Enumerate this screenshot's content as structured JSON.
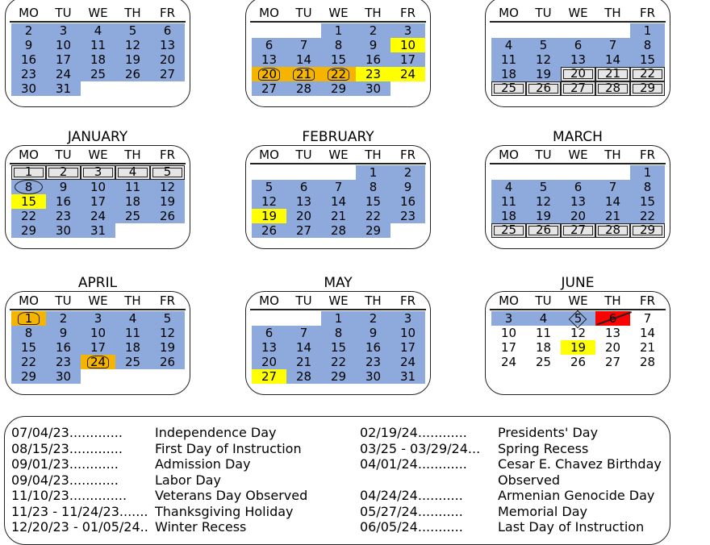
{
  "weekdays": [
    "MO",
    "TU",
    "WE",
    "TH",
    "FR"
  ],
  "calendars": [
    {
      "key": "top-left",
      "title": "",
      "weeks": [
        [
          {
            "d": "2",
            "c": "blue"
          },
          {
            "d": "3",
            "c": "blue"
          },
          {
            "d": "4",
            "c": "blue"
          },
          {
            "d": "5",
            "c": "blue"
          },
          {
            "d": "6",
            "c": "blue"
          }
        ],
        [
          {
            "d": "9",
            "c": "blue"
          },
          {
            "d": "10",
            "c": "blue"
          },
          {
            "d": "11",
            "c": "blue"
          },
          {
            "d": "12",
            "c": "blue"
          },
          {
            "d": "13",
            "c": "blue"
          }
        ],
        [
          {
            "d": "16",
            "c": "blue"
          },
          {
            "d": "17",
            "c": "blue"
          },
          {
            "d": "18",
            "c": "blue"
          },
          {
            "d": "19",
            "c": "blue"
          },
          {
            "d": "20",
            "c": "blue"
          }
        ],
        [
          {
            "d": "23",
            "c": "blue"
          },
          {
            "d": "24",
            "c": "blue"
          },
          {
            "d": "25",
            "c": "blue"
          },
          {
            "d": "26",
            "c": "blue"
          },
          {
            "d": "27",
            "c": "blue"
          }
        ],
        [
          {
            "d": "30",
            "c": "blue"
          },
          {
            "d": "31",
            "c": "blue"
          },
          null,
          null,
          null
        ]
      ]
    },
    {
      "key": "top-middle",
      "title": "",
      "weeks": [
        [
          null,
          null,
          {
            "d": "1",
            "c": "blue"
          },
          {
            "d": "2",
            "c": "blue"
          },
          {
            "d": "3",
            "c": "blue"
          }
        ],
        [
          {
            "d": "6",
            "c": "blue"
          },
          {
            "d": "7",
            "c": "blue"
          },
          {
            "d": "8",
            "c": "blue"
          },
          {
            "d": "9",
            "c": "blue"
          },
          {
            "d": "10",
            "c": "yellow"
          }
        ],
        [
          {
            "d": "13",
            "c": "blue"
          },
          {
            "d": "14",
            "c": "blue"
          },
          {
            "d": "15",
            "c": "blue"
          },
          {
            "d": "16",
            "c": "blue"
          },
          {
            "d": "17",
            "c": "blue"
          }
        ],
        [
          {
            "d": "20",
            "c": "orange",
            "m": "pent"
          },
          {
            "d": "21",
            "c": "orange",
            "m": "pent"
          },
          {
            "d": "22",
            "c": "orange",
            "m": "pent"
          },
          {
            "d": "23",
            "c": "yellow"
          },
          {
            "d": "24",
            "c": "yellow"
          }
        ],
        [
          {
            "d": "27",
            "c": "blue"
          },
          {
            "d": "28",
            "c": "blue"
          },
          {
            "d": "29",
            "c": "blue"
          },
          {
            "d": "30",
            "c": "blue"
          },
          null
        ]
      ]
    },
    {
      "key": "top-right",
      "title": "",
      "weeks": [
        [
          null,
          null,
          null,
          null,
          {
            "d": "1",
            "c": "blue"
          }
        ],
        [
          {
            "d": "4",
            "c": "blue"
          },
          {
            "d": "5",
            "c": "blue"
          },
          {
            "d": "6",
            "c": "blue"
          },
          {
            "d": "7",
            "c": "blue"
          },
          {
            "d": "8",
            "c": "blue"
          }
        ],
        [
          {
            "d": "11",
            "c": "blue"
          },
          {
            "d": "12",
            "c": "blue"
          },
          {
            "d": "13",
            "c": "blue"
          },
          {
            "d": "14",
            "c": "blue"
          },
          {
            "d": "15",
            "c": "blue"
          }
        ],
        [
          {
            "d": "18",
            "c": "blue"
          },
          {
            "d": "19",
            "c": "blue"
          },
          {
            "d": "20",
            "c": "grey",
            "m": "box"
          },
          {
            "d": "21",
            "c": "grey",
            "m": "box"
          },
          {
            "d": "22",
            "c": "grey",
            "m": "box"
          }
        ],
        [
          {
            "d": "25",
            "c": "grey",
            "m": "box"
          },
          {
            "d": "26",
            "c": "grey",
            "m": "box"
          },
          {
            "d": "27",
            "c": "grey",
            "m": "box"
          },
          {
            "d": "28",
            "c": "grey",
            "m": "box"
          },
          {
            "d": "29",
            "c": "grey",
            "m": "box"
          }
        ]
      ]
    },
    {
      "key": "january",
      "title": "JANUARY",
      "weeks": [
        [
          {
            "d": "1",
            "c": "grey",
            "m": "box"
          },
          {
            "d": "2",
            "c": "grey",
            "m": "box"
          },
          {
            "d": "3",
            "c": "grey",
            "m": "box"
          },
          {
            "d": "4",
            "c": "grey",
            "m": "box"
          },
          {
            "d": "5",
            "c": "grey",
            "m": "box"
          }
        ],
        [
          {
            "d": "8",
            "c": "blue",
            "m": "oval"
          },
          {
            "d": "9",
            "c": "blue"
          },
          {
            "d": "10",
            "c": "blue"
          },
          {
            "d": "11",
            "c": "blue"
          },
          {
            "d": "12",
            "c": "blue"
          }
        ],
        [
          {
            "d": "15",
            "c": "yellow"
          },
          {
            "d": "16",
            "c": "blue"
          },
          {
            "d": "17",
            "c": "blue"
          },
          {
            "d": "18",
            "c": "blue"
          },
          {
            "d": "19",
            "c": "blue"
          }
        ],
        [
          {
            "d": "22",
            "c": "blue"
          },
          {
            "d": "23",
            "c": "blue"
          },
          {
            "d": "24",
            "c": "blue"
          },
          {
            "d": "25",
            "c": "blue"
          },
          {
            "d": "26",
            "c": "blue"
          }
        ],
        [
          {
            "d": "29",
            "c": "blue"
          },
          {
            "d": "30",
            "c": "blue"
          },
          {
            "d": "31",
            "c": "blue"
          },
          null,
          null
        ]
      ]
    },
    {
      "key": "february",
      "title": "FEBRUARY",
      "weeks": [
        [
          null,
          null,
          null,
          {
            "d": "1",
            "c": "blue"
          },
          {
            "d": "2",
            "c": "blue"
          }
        ],
        [
          {
            "d": "5",
            "c": "blue"
          },
          {
            "d": "6",
            "c": "blue"
          },
          {
            "d": "7",
            "c": "blue"
          },
          {
            "d": "8",
            "c": "blue"
          },
          {
            "d": "9",
            "c": "blue"
          }
        ],
        [
          {
            "d": "12",
            "c": "blue"
          },
          {
            "d": "13",
            "c": "blue"
          },
          {
            "d": "14",
            "c": "blue"
          },
          {
            "d": "15",
            "c": "blue"
          },
          {
            "d": "16",
            "c": "blue"
          }
        ],
        [
          {
            "d": "19",
            "c": "yellow"
          },
          {
            "d": "20",
            "c": "blue"
          },
          {
            "d": "21",
            "c": "blue"
          },
          {
            "d": "22",
            "c": "blue"
          },
          {
            "d": "23",
            "c": "blue"
          }
        ],
        [
          {
            "d": "26",
            "c": "blue"
          },
          {
            "d": "27",
            "c": "blue"
          },
          {
            "d": "28",
            "c": "blue"
          },
          {
            "d": "29",
            "c": "blue"
          },
          null
        ]
      ]
    },
    {
      "key": "march",
      "title": "MARCH",
      "weeks": [
        [
          null,
          null,
          null,
          null,
          {
            "d": "1",
            "c": "blue"
          }
        ],
        [
          {
            "d": "4",
            "c": "blue"
          },
          {
            "d": "5",
            "c": "blue"
          },
          {
            "d": "6",
            "c": "blue"
          },
          {
            "d": "7",
            "c": "blue"
          },
          {
            "d": "8",
            "c": "blue"
          }
        ],
        [
          {
            "d": "11",
            "c": "blue"
          },
          {
            "d": "12",
            "c": "blue"
          },
          {
            "d": "13",
            "c": "blue"
          },
          {
            "d": "14",
            "c": "blue"
          },
          {
            "d": "15",
            "c": "blue"
          }
        ],
        [
          {
            "d": "18",
            "c": "blue"
          },
          {
            "d": "19",
            "c": "blue"
          },
          {
            "d": "20",
            "c": "blue"
          },
          {
            "d": "21",
            "c": "blue"
          },
          {
            "d": "22",
            "c": "blue"
          }
        ],
        [
          {
            "d": "25",
            "c": "grey",
            "m": "box"
          },
          {
            "d": "26",
            "c": "grey",
            "m": "box"
          },
          {
            "d": "27",
            "c": "grey",
            "m": "box"
          },
          {
            "d": "28",
            "c": "grey",
            "m": "box"
          },
          {
            "d": "29",
            "c": "grey",
            "m": "box"
          }
        ]
      ]
    },
    {
      "key": "april",
      "title": "APRIL",
      "weeks": [
        [
          {
            "d": "1",
            "c": "orange",
            "m": "pent"
          },
          {
            "d": "2",
            "c": "blue"
          },
          {
            "d": "3",
            "c": "blue"
          },
          {
            "d": "4",
            "c": "blue"
          },
          {
            "d": "5",
            "c": "blue"
          }
        ],
        [
          {
            "d": "8",
            "c": "blue"
          },
          {
            "d": "9",
            "c": "blue"
          },
          {
            "d": "10",
            "c": "blue"
          },
          {
            "d": "11",
            "c": "blue"
          },
          {
            "d": "12",
            "c": "blue"
          }
        ],
        [
          {
            "d": "15",
            "c": "blue"
          },
          {
            "d": "16",
            "c": "blue"
          },
          {
            "d": "17",
            "c": "blue"
          },
          {
            "d": "18",
            "c": "blue"
          },
          {
            "d": "19",
            "c": "blue"
          }
        ],
        [
          {
            "d": "22",
            "c": "blue"
          },
          {
            "d": "23",
            "c": "blue"
          },
          {
            "d": "24",
            "c": "orange",
            "m": "pent"
          },
          {
            "d": "25",
            "c": "blue"
          },
          {
            "d": "26",
            "c": "blue"
          }
        ],
        [
          {
            "d": "29",
            "c": "blue"
          },
          {
            "d": "30",
            "c": "blue"
          },
          null,
          null,
          null
        ]
      ]
    },
    {
      "key": "may",
      "title": "MAY",
      "weeks": [
        [
          null,
          null,
          {
            "d": "1",
            "c": "blue"
          },
          {
            "d": "2",
            "c": "blue"
          },
          {
            "d": "3",
            "c": "blue"
          }
        ],
        [
          {
            "d": "6",
            "c": "blue"
          },
          {
            "d": "7",
            "c": "blue"
          },
          {
            "d": "8",
            "c": "blue"
          },
          {
            "d": "9",
            "c": "blue"
          },
          {
            "d": "10",
            "c": "blue"
          }
        ],
        [
          {
            "d": "13",
            "c": "blue"
          },
          {
            "d": "14",
            "c": "blue"
          },
          {
            "d": "15",
            "c": "blue"
          },
          {
            "d": "16",
            "c": "blue"
          },
          {
            "d": "17",
            "c": "blue"
          }
        ],
        [
          {
            "d": "20",
            "c": "blue"
          },
          {
            "d": "21",
            "c": "blue"
          },
          {
            "d": "22",
            "c": "blue"
          },
          {
            "d": "23",
            "c": "blue"
          },
          {
            "d": "24",
            "c": "blue"
          }
        ],
        [
          {
            "d": "27",
            "c": "yellow"
          },
          {
            "d": "28",
            "c": "blue"
          },
          {
            "d": "29",
            "c": "blue"
          },
          {
            "d": "30",
            "c": "blue"
          },
          {
            "d": "31",
            "c": "blue"
          }
        ]
      ]
    },
    {
      "key": "june",
      "title": "JUNE",
      "weeks": [
        [
          {
            "d": "3",
            "c": "blue"
          },
          {
            "d": "4",
            "c": "blue"
          },
          {
            "d": "5",
            "c": "blue",
            "m": "diamond"
          },
          {
            "d": "6",
            "c": "red",
            "m": "slash"
          },
          {
            "d": "7",
            "c": "white"
          }
        ],
        [
          {
            "d": "10",
            "c": "white"
          },
          {
            "d": "11",
            "c": "white"
          },
          {
            "d": "12",
            "c": "white"
          },
          {
            "d": "13",
            "c": "white"
          },
          {
            "d": "14",
            "c": "white"
          }
        ],
        [
          {
            "d": "17",
            "c": "white"
          },
          {
            "d": "18",
            "c": "white"
          },
          {
            "d": "19",
            "c": "yellow"
          },
          {
            "d": "20",
            "c": "white"
          },
          {
            "d": "21",
            "c": "white"
          }
        ],
        [
          {
            "d": "24",
            "c": "white"
          },
          {
            "d": "25",
            "c": "white"
          },
          {
            "d": "26",
            "c": "white"
          },
          {
            "d": "27",
            "c": "white"
          },
          {
            "d": "28",
            "c": "white"
          }
        ],
        [
          null,
          null,
          null,
          null,
          null
        ]
      ]
    }
  ],
  "legend": {
    "left": [
      {
        "date": "07/04/23",
        "dots": ".............",
        "name": "Independence Day"
      },
      {
        "date": "08/15/23",
        "dots": ".............",
        "name": "First Day of Instruction"
      },
      {
        "date": "09/01/23",
        "dots": "............",
        "name": "Admission Day"
      },
      {
        "date": "09/04/23",
        "dots": "............",
        "name": "Labor Day"
      },
      {
        "date": "11/10/23",
        "dots": "..............",
        "name": "Veterans Day Observed"
      },
      {
        "date": "11/23 - 11/24/23",
        "dots": ".......",
        "name": "Thanksgiving Holiday"
      },
      {
        "date": "12/20/23 - 01/05/24",
        "dots": "..",
        "name": "Winter Recess"
      }
    ],
    "right": [
      {
        "date": "02/19/24",
        "dots": "............",
        "name": "Presidents' Day"
      },
      {
        "date": "03/25 - 03/29/24",
        "dots": "...",
        "name": "Spring Recess"
      },
      {
        "date": "04/01/24",
        "dots": "............",
        "name": "Cesar E. Chavez Birthday"
      },
      {
        "date": "",
        "dots": "",
        "name": "Observed"
      },
      {
        "date": "04/24/24",
        "dots": "...........",
        "name": "Armenian Genocide Day"
      },
      {
        "date": "05/27/24",
        "dots": "...........",
        "name": "Memorial Day"
      },
      {
        "date": "06/05/24",
        "dots": "...........",
        "name": "Last Day of Instruction"
      }
    ]
  }
}
